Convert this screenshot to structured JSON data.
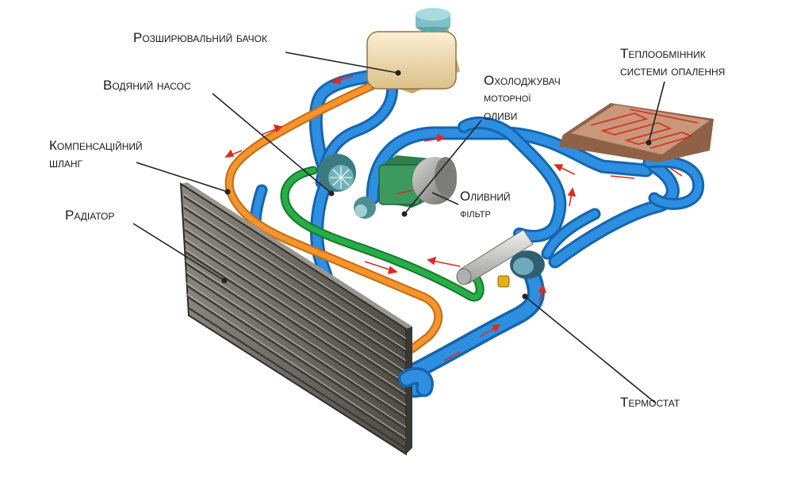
{
  "labels": {
    "expansion_tank": "Розширювальний бачок",
    "water_pump": "Водяний насос",
    "compensation_hose_line1": "Компенсаційний",
    "compensation_hose_line2": "шланг",
    "radiator": "Радіатор",
    "heat_exchanger_line1": "Теплообмінник",
    "heat_exchanger_line2": "системи опалення",
    "oil_cooler_line1": "Охолоджувач",
    "oil_cooler_line2": "моторної",
    "oil_cooler_line3": "оливи",
    "oil_filter_line1": "Оливний",
    "oil_filter_line2": "фільтр",
    "thermostat": "Термостат"
  },
  "colors": {
    "coolant_hose": "#1e7fd0",
    "coolant_hose_light": "#4aa3e8",
    "compensation_hose": "#f08a24",
    "oil_line": "#1f9a3a",
    "flow_arrow": "#e02a1f",
    "radiator_body": "#5f5c55",
    "tank": "#f1dcb0",
    "tank_cap": "#7fc1c7",
    "heater_core": "#b8866a",
    "oil_cooler": "#3d9a5f",
    "oil_filter": "#8a8a88",
    "thermostat_housing": "#4a7a8e"
  }
}
